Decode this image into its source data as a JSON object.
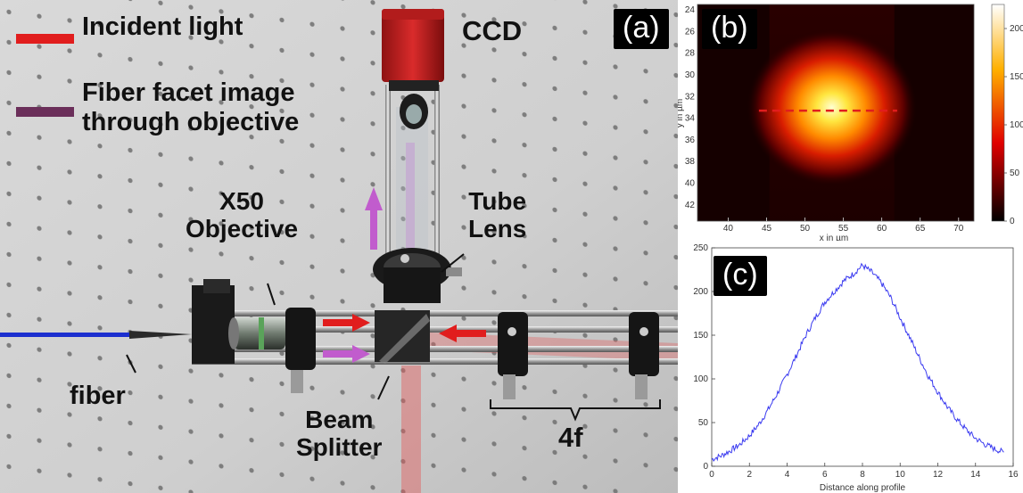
{
  "legend": {
    "incident_light": "Incident light",
    "fiber_image_line1": "Fiber facet image",
    "fiber_image_line2": "through objective",
    "incident_color": "#e11d1d",
    "fiber_image_color": "#6b2f5a"
  },
  "labels": {
    "ccd": "CCD",
    "objective_line1": "X50",
    "objective_line2": "Objective",
    "tube_lens_line1": "Tube",
    "tube_lens_line2": "Lens",
    "fiber": "fiber",
    "beam_splitter_line1": "Beam",
    "beam_splitter_line2": "Splitter",
    "four_f": "4f"
  },
  "panels": {
    "a": "(a)",
    "b": "(b)",
    "c": "(c)"
  },
  "chart_data": [
    {
      "type": "heatmap",
      "panel": "(b)",
      "xlabel": "x in µm",
      "ylabel": "y in µm",
      "x_ticks": [
        40,
        45,
        50,
        55,
        60,
        65,
        70
      ],
      "y_ticks": [
        24,
        26,
        28,
        30,
        32,
        34,
        36,
        38,
        40,
        42
      ],
      "xlim": [
        36,
        72
      ],
      "ylim": [
        23.5,
        43.5
      ],
      "colorbar_ticks": [
        0,
        50,
        100,
        150,
        200
      ],
      "colorbar_range": [
        0,
        225
      ],
      "colormap": "hot",
      "spot_center": {
        "x": 53.5,
        "y": 33
      },
      "spot_peak": 225,
      "profile_line": {
        "y": 33.3,
        "x_start": 44,
        "x_end": 62,
        "color": "#e11d1d"
      }
    },
    {
      "type": "line",
      "panel": "(c)",
      "xlabel": "Distance along profile",
      "ylabel": "",
      "x_ticks": [
        0,
        2,
        4,
        6,
        8,
        10,
        12,
        14,
        16
      ],
      "y_ticks": [
        0,
        50,
        100,
        150,
        200,
        250
      ],
      "xlim": [
        0,
        16
      ],
      "ylim": [
        0,
        250
      ],
      "series": [
        {
          "color": "#3a3af0",
          "x": [
            0,
            0.5,
            1,
            1.5,
            2,
            2.5,
            3,
            3.5,
            4,
            4.5,
            5,
            5.5,
            6,
            6.5,
            7,
            7.5,
            8,
            8.5,
            9,
            9.5,
            10,
            10.5,
            11,
            11.5,
            12,
            12.5,
            13,
            13.5,
            14,
            14.5,
            15,
            15.5
          ],
          "y": [
            8,
            12,
            18,
            25,
            35,
            48,
            65,
            84,
            105,
            127,
            150,
            170,
            188,
            200,
            212,
            220,
            230,
            222,
            210,
            193,
            170,
            148,
            125,
            103,
            85,
            68,
            54,
            42,
            32,
            25,
            20,
            16
          ]
        }
      ]
    }
  ]
}
